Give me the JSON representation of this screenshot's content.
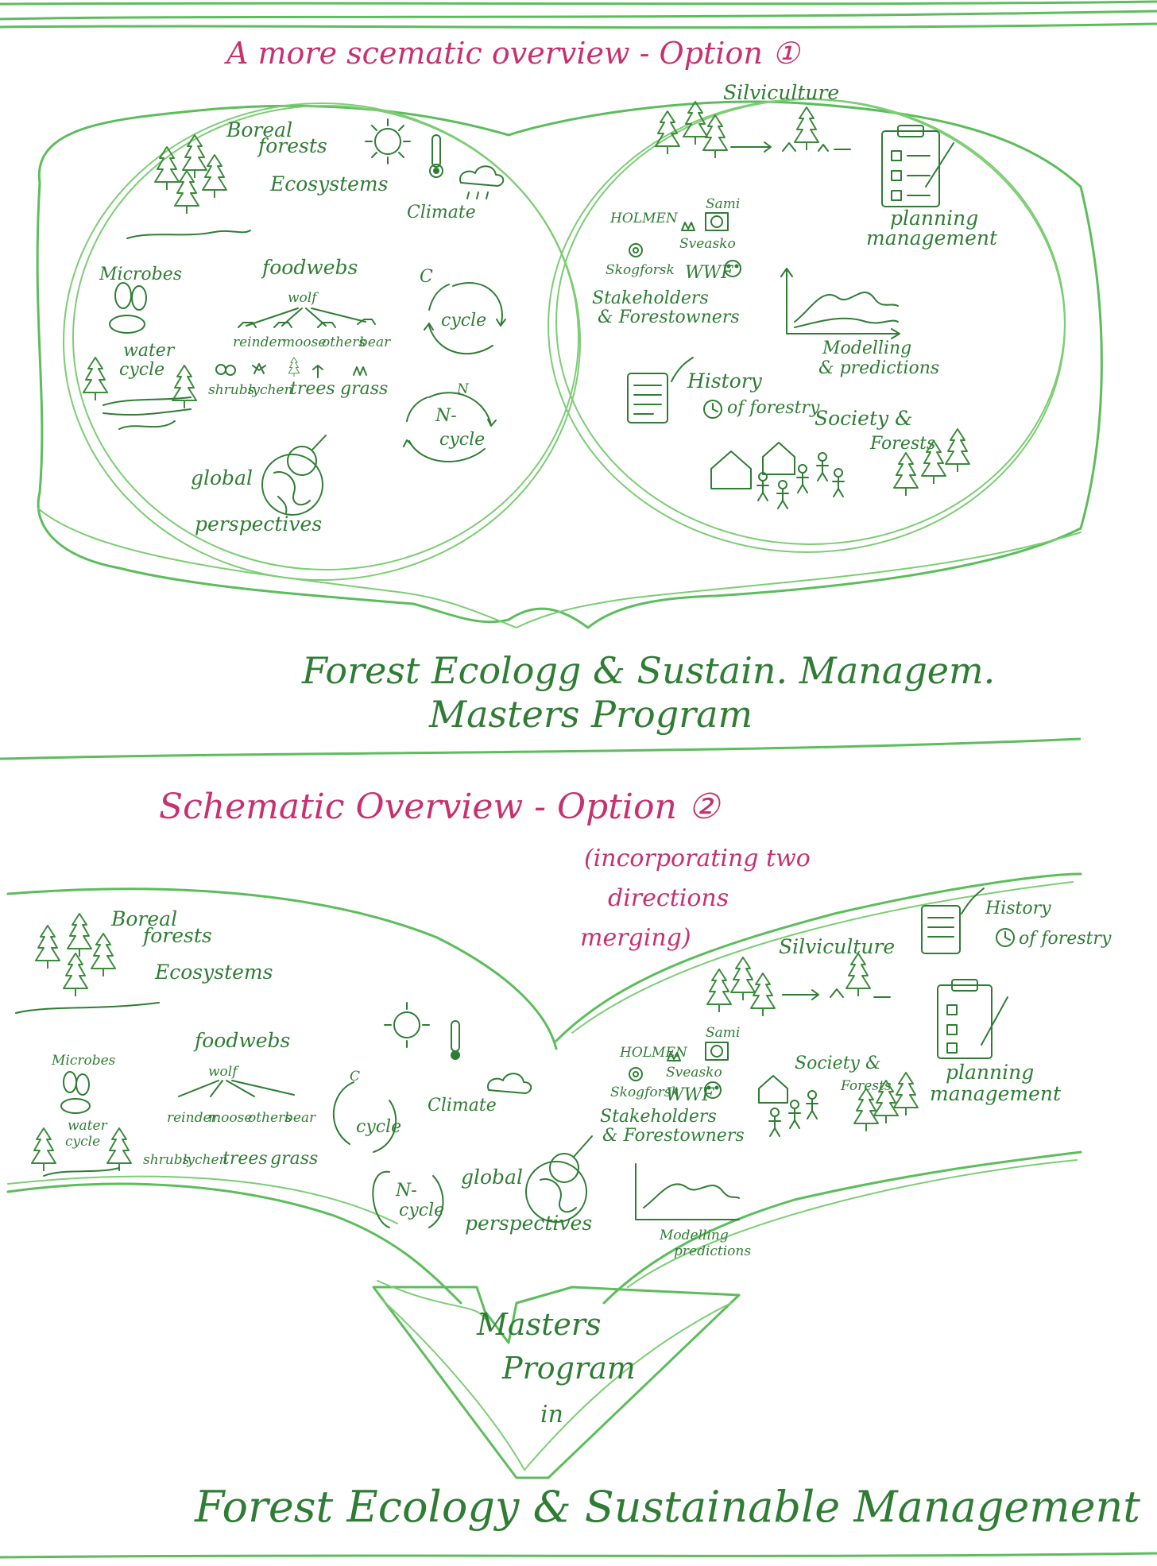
{
  "option1": {
    "heading": "A more scematic overview - Option ①",
    "ecology_circle": {
      "boreal": [
        "Boreal",
        "forests"
      ],
      "ecosystems": "Ecosystems",
      "climate": "Climate",
      "microbes": "Microbes",
      "foodwebs": "foodwebs",
      "wolf": "wolf",
      "animals": [
        "reinder",
        "moose",
        "others",
        "bear"
      ],
      "plants": [
        "shrubs",
        "lychen",
        "trees",
        "grass"
      ],
      "water_cycle": [
        "water",
        "cycle"
      ],
      "c_cycle": "cycle",
      "c_letter": "C",
      "n_cycle": [
        "N-",
        "cycle"
      ],
      "n_letter": "N",
      "global": [
        "global",
        "perspectives"
      ]
    },
    "management_circle": {
      "silviculture": "Silviculture",
      "planning": [
        "planning",
        "management"
      ],
      "holmen": "HOLMEN",
      "sami": "Sami",
      "sveasko": "Sveasko",
      "skogforsk": "Skogforsk",
      "wwf": "WWF",
      "stakeholders": [
        "Stakeholders",
        "& Forestowners"
      ],
      "modelling": [
        "Modelling",
        "& predictions"
      ],
      "history": [
        "History",
        "of forestry"
      ],
      "society": [
        "Society &",
        "Forests"
      ]
    },
    "footer": [
      "Forest Ecologg & Sustain. Managem.",
      "Masters Program"
    ]
  },
  "option2": {
    "heading": "Schematic Overview - Option ②",
    "note": [
      "(incorporating two",
      "directions",
      "merging)"
    ],
    "boreal": [
      "Boreal",
      "forests"
    ],
    "ecosystems": "Ecosystems",
    "microbes": "Microbes",
    "foodwebs": "foodwebs",
    "wolf": "wolf",
    "animals": [
      "reinder",
      "moose",
      "others",
      "bear"
    ],
    "plants": [
      "shrubs",
      "lychen",
      "trees",
      "grass"
    ],
    "water_cycle": [
      "water",
      "cycle"
    ],
    "climate": "Climate",
    "c_cycle": "cycle",
    "c_letter": "C",
    "n_cycle": [
      "N-",
      "cycle"
    ],
    "global": [
      "global",
      "perspectives"
    ],
    "silviculture": "Silviculture",
    "history": [
      "History",
      "of forestry"
    ],
    "holmen": "HOLMEN",
    "sami": "Sami",
    "sveasko": "Sveasko",
    "skogforsk": "Skogforsk",
    "wwf": "WWF",
    "stakeholders": [
      "Stakeholders",
      "& Forestowners"
    ],
    "society": [
      "Society &",
      "Forests"
    ],
    "planning": [
      "planning",
      "management"
    ],
    "modelling": [
      "Modelling",
      "predictions"
    ],
    "arrow_label": [
      "Masters",
      "Program",
      "in"
    ],
    "footer": "Forest Ecology & Sustainable Management"
  }
}
